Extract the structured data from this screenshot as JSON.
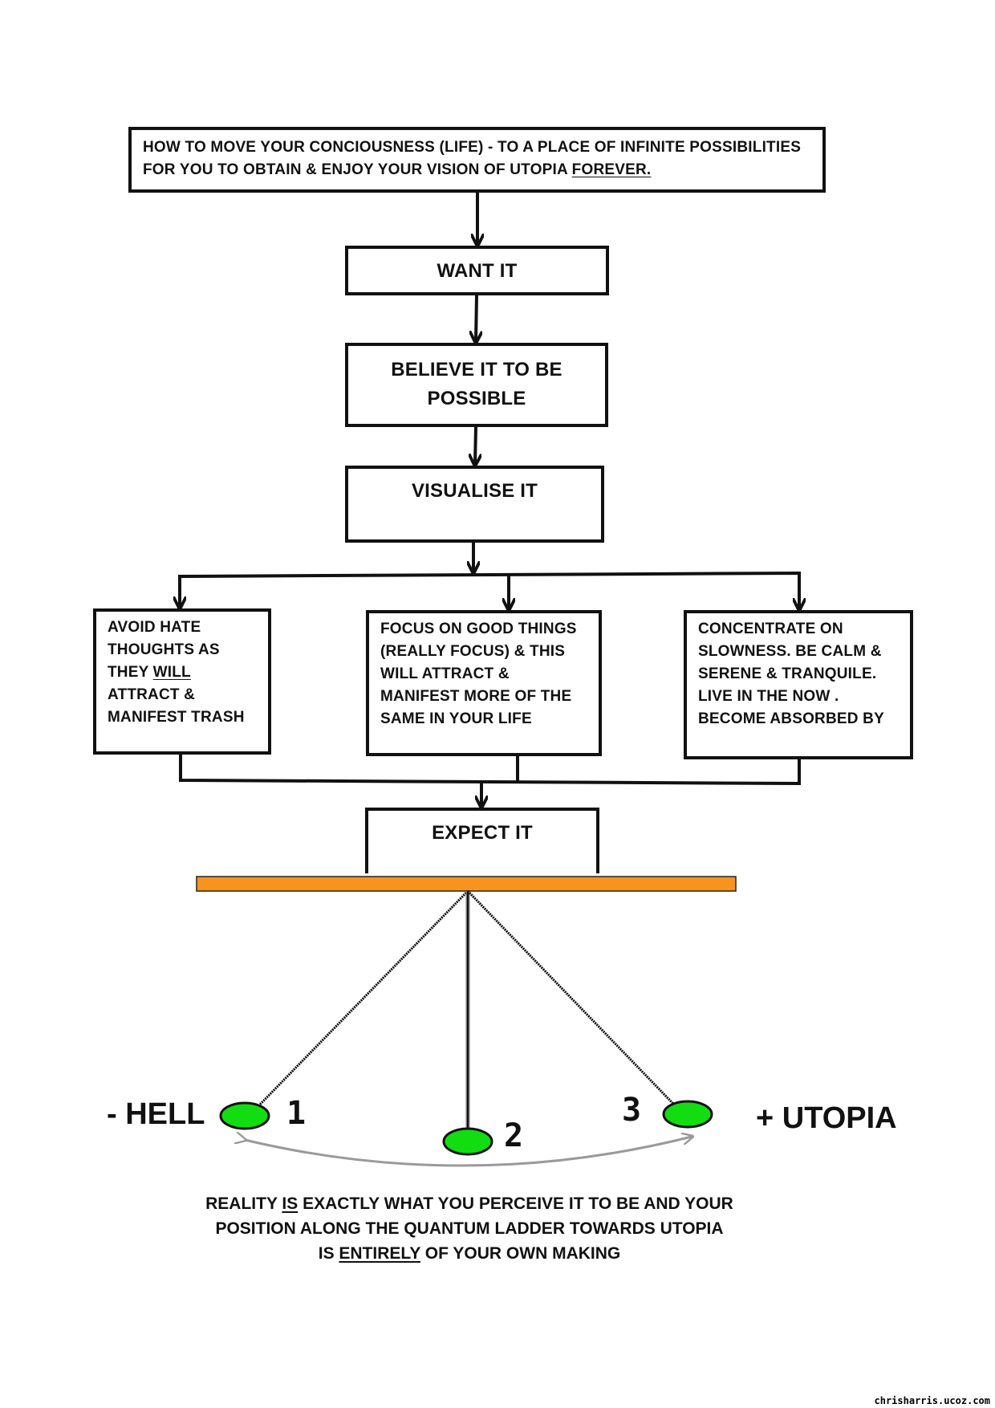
{
  "title": {
    "line1": "HOW TO MOVE YOUR CONCIOUSNESS  (LIFE)  - TO A PLACE OF INFINITE POSSIBILITIES",
    "line2_prefix": "FOR YOU TO OBTAIN & ENJOY YOUR VISION OF UTOPIA ",
    "line2_emph": "FOREVER."
  },
  "steps": {
    "want": "WANT IT",
    "believe_line1": "BELIEVE IT TO BE",
    "believe_line2": "POSSIBLE",
    "visualise": "VISUALISE IT",
    "expect": "EXPECT IT"
  },
  "branches": {
    "avoid": {
      "line1": "AVOID HATE",
      "line2": "THOUGHTS AS",
      "line3_prefix": "THEY ",
      "line3_emph": "WILL",
      "line4": "ATTRACT &",
      "line5": "MANIFEST  TRASH"
    },
    "focus": {
      "line1": "FOCUS ON  GOOD THINGS",
      "line2": "(REALLY FOCUS) & THIS",
      "line3": "WILL ATTRACT &",
      "line4": "MANIFEST  MORE OF THE",
      "line5": "SAME IN YOUR LIFE"
    },
    "concentrate": {
      "line1": "CONCENTRATE ON",
      "line2": "SLOWNESS. BE CALM &",
      "line3": "SERENE & TRANQUILE.",
      "line4": "LIVE IN THE NOW .",
      "line5": "BECOME ABSORBED BY"
    }
  },
  "pendulum": {
    "left_label": "- HELL",
    "right_label": "+ UTOPIA",
    "positions": [
      "1",
      "2",
      "3"
    ],
    "bar_color": "#f7941d",
    "ball_color": "#11dd11"
  },
  "caption": {
    "line1_prefix": "REALITY ",
    "line1_emph": "IS",
    "line1_suffix": " EXACTLY WHAT YOU PERCEIVE IT TO BE AND YOUR",
    "line2": "POSITION  ALONG THE QUANTUM LADDER TOWARDS UTOPIA",
    "line3_prefix": "IS ",
    "line3_emph": "ENTIRELY",
    "line3_suffix": " OF YOUR OWN MAKING"
  },
  "watermark": "chrisharris.ucoz.com"
}
